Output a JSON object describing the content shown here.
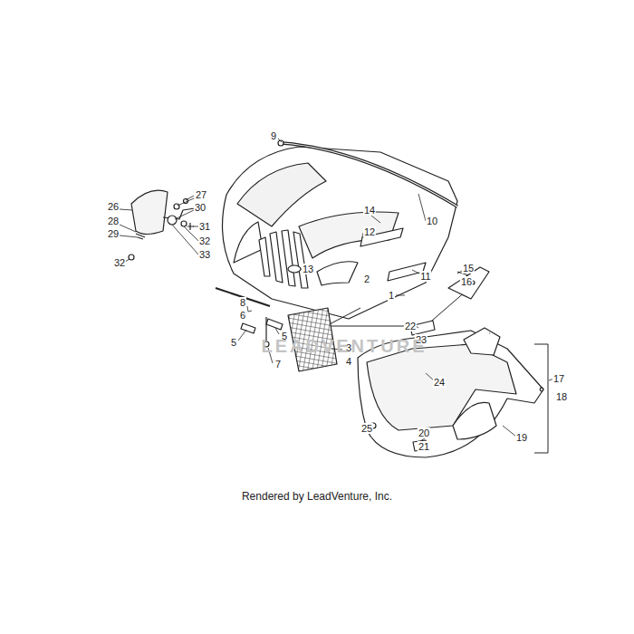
{
  "diagram": {
    "caption": "Rendered by LeadVenture, Inc.",
    "labels": [
      "9",
      "14",
      "10",
      "13",
      "12",
      "2",
      "11",
      "1",
      "15",
      "16",
      "26",
      "27",
      "28",
      "29",
      "30",
      "31",
      "32",
      "33",
      "32",
      "8",
      "6",
      "5",
      "5",
      "7",
      "3",
      "4",
      "22",
      "23",
      "17",
      "18",
      "24",
      "25",
      "20",
      "21",
      "19",
      "LEADVENTURE"
    ]
  }
}
